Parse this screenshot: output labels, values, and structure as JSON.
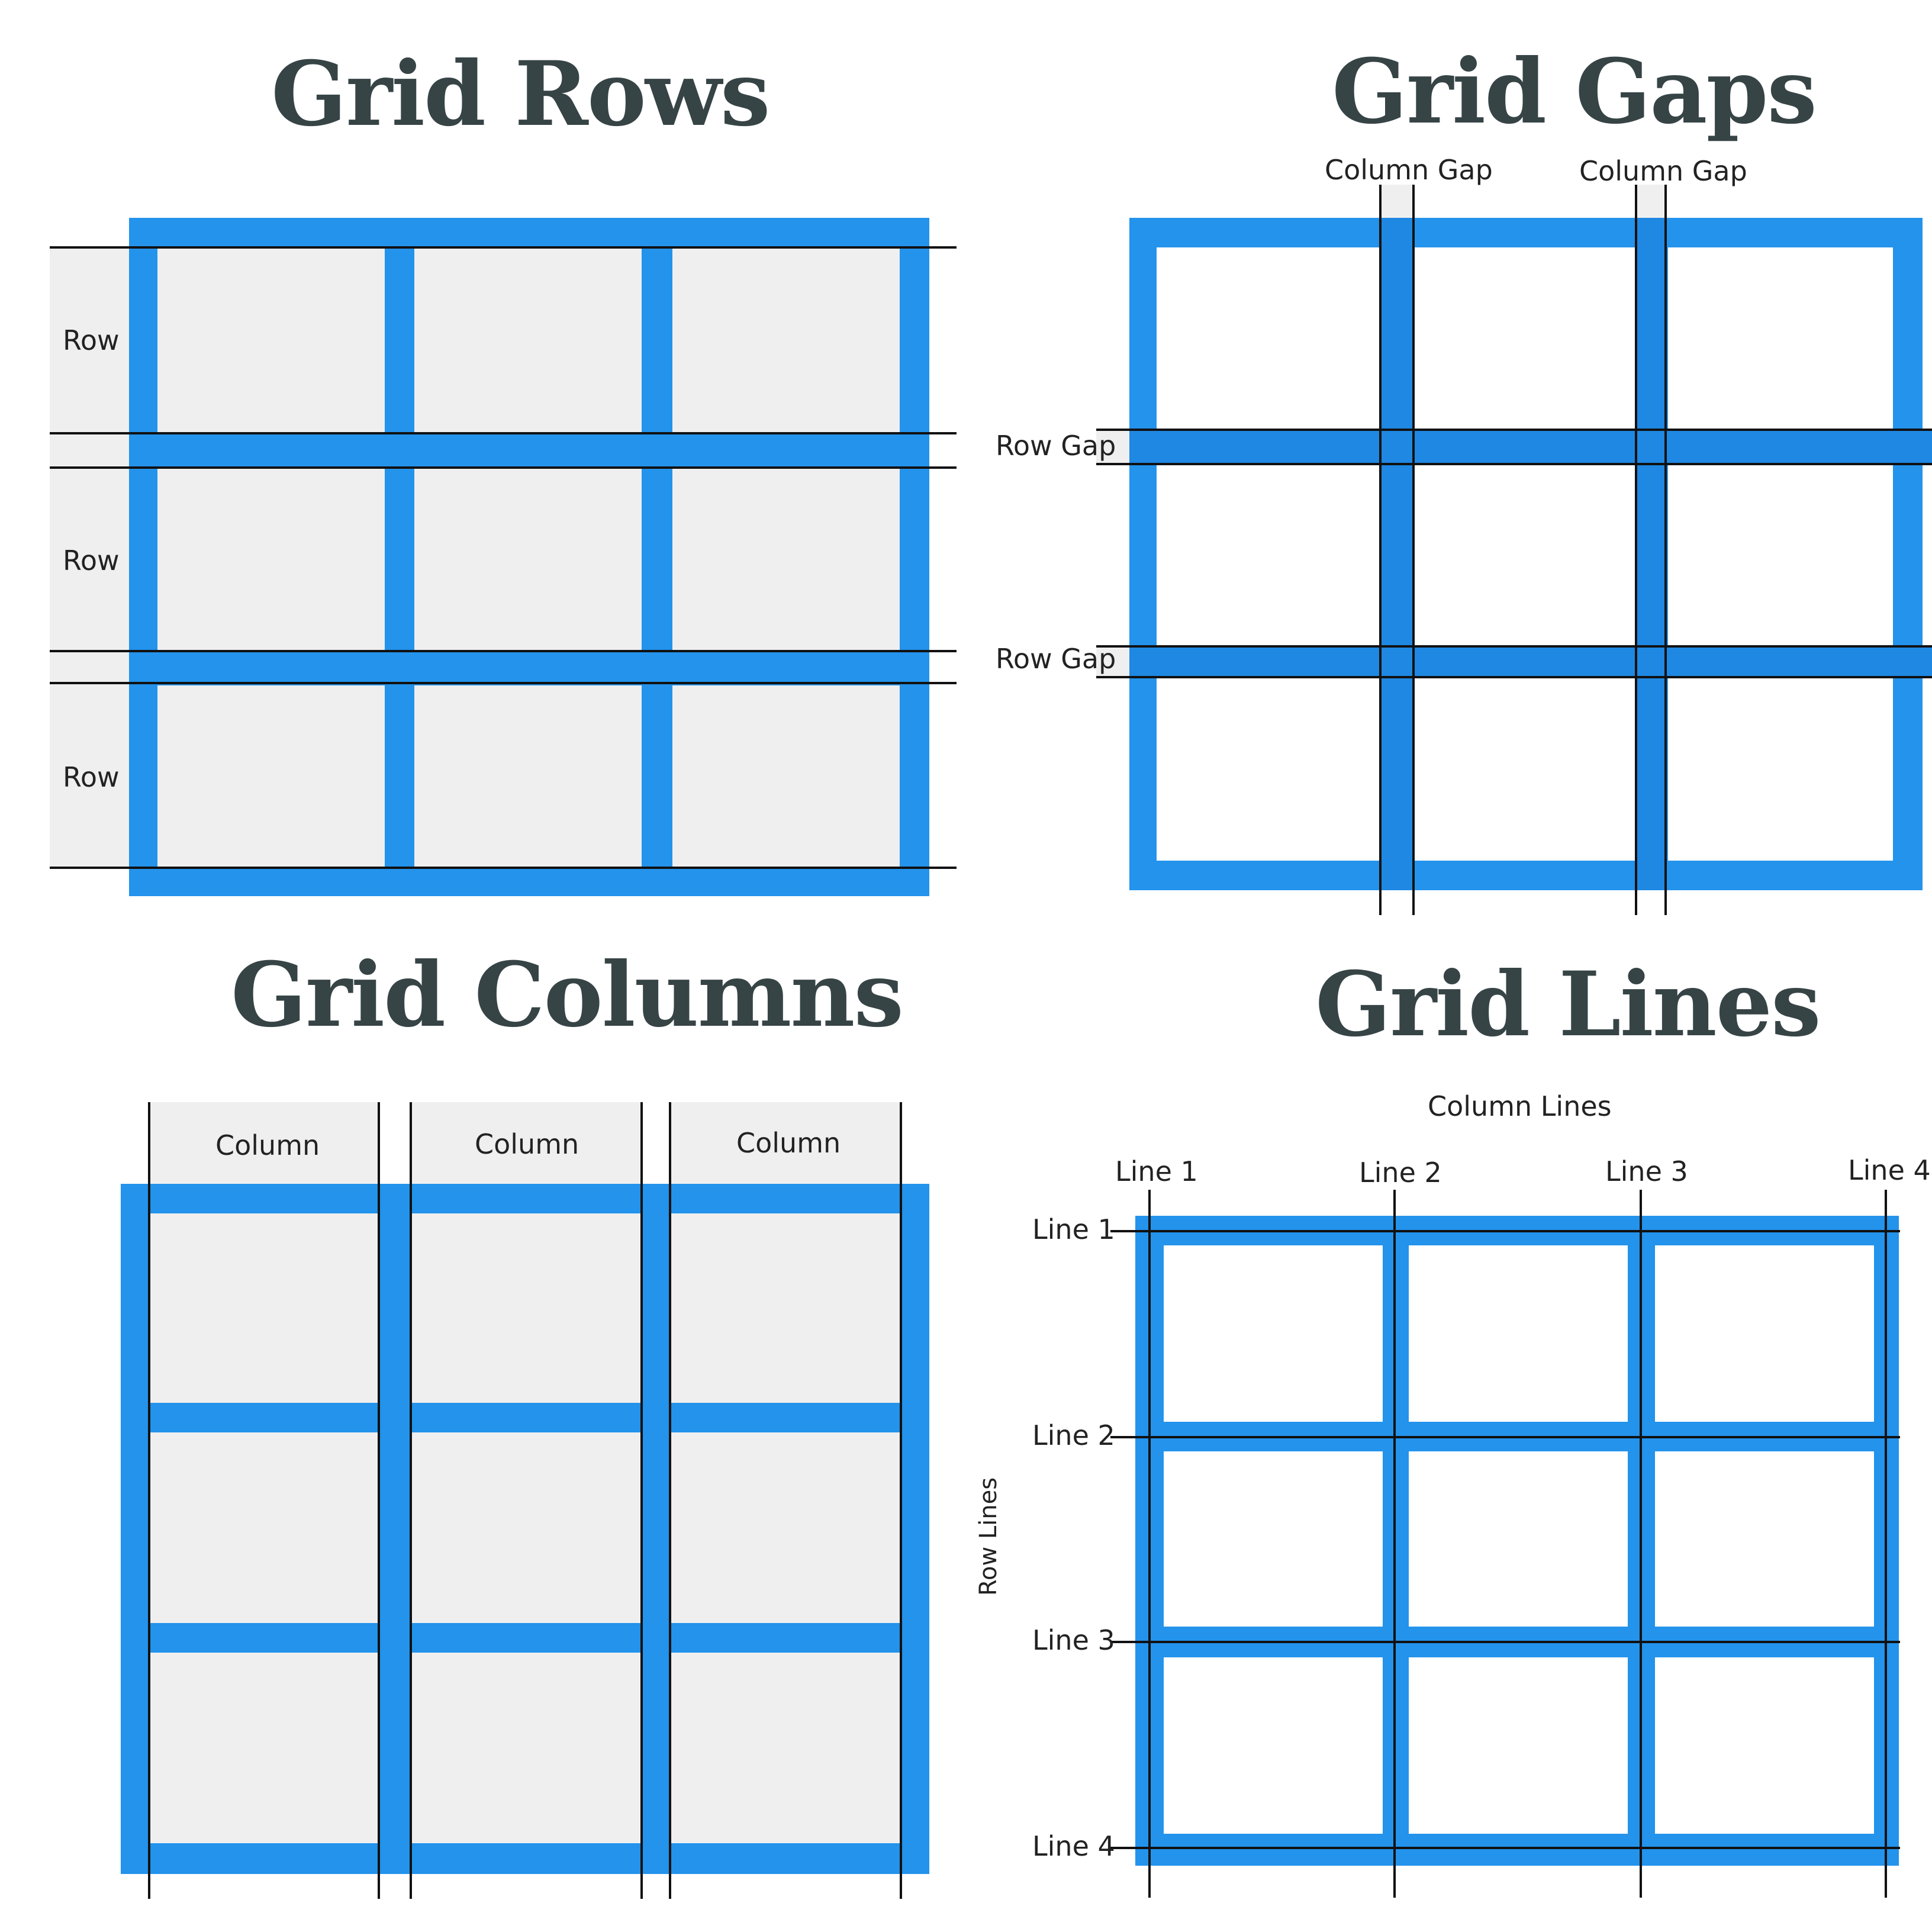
{
  "colors": {
    "blue": "#2393EC",
    "blue_dark": "#1F88E2",
    "cell_gray": "#EFEFEF",
    "line": "#111111",
    "title": "#374446"
  },
  "panels": {
    "rows": {
      "title": "Grid Rows",
      "row_labels": [
        "Row",
        "Row",
        "Row"
      ]
    },
    "gaps": {
      "title": "Grid Gaps",
      "column_gap_labels": [
        "Column Gap",
        "Column Gap"
      ],
      "row_gap_labels": [
        "Row Gap",
        "Row Gap"
      ]
    },
    "columns": {
      "title": "Grid Columns",
      "column_labels": [
        "Column",
        "Column",
        "Column"
      ]
    },
    "lines": {
      "title": "Grid Lines",
      "column_lines_label": "Column Lines",
      "row_lines_label": "Row Lines",
      "column_line_labels": [
        "Line 1",
        "Line 2",
        "Line 3",
        "Line 4"
      ],
      "row_line_labels": [
        "Line 1",
        "Line 2",
        "Line 3",
        "Line 4"
      ]
    }
  }
}
